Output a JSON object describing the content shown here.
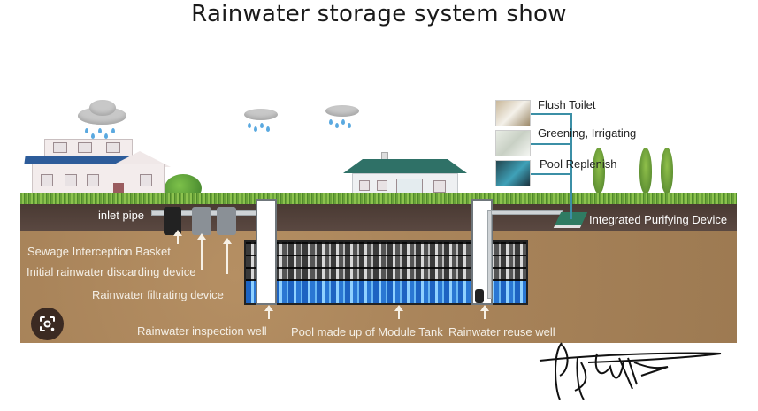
{
  "page": {
    "title": "Rainwater storage system show"
  },
  "diagram": {
    "labels": {
      "inlet_pipe": "inlet pipe",
      "sewage_interception_basket": "Sewage Interception Basket",
      "initial_rainwater_discarding_device": "Initial rainwater discarding device",
      "rainwater_filtrating_device": "Rainwater filtrating device",
      "rainwater_inspection_well": "Rainwater inspection well",
      "pool_module_tank": "Pool made up of  Module Tank",
      "rainwater_reuse_well": "Rainwater reuse  well",
      "integrated_purifying_device": "Integrated Purifying Device"
    },
    "uses": [
      {
        "label": "Flush Toilet",
        "icon": "toilet-photo"
      },
      {
        "label": "Greening, Irrigating",
        "icon": "irrigation-photo"
      },
      {
        "label": "Pool Replenish",
        "icon": "pool-photo"
      }
    ],
    "colors": {
      "grass": "#6aa23a",
      "topsoil": "#4f3f38",
      "subsoil": "#a9845a",
      "water": "#1d63c2",
      "roof_blue": "#2d5c9a",
      "roof_green": "#2f7167",
      "connector": "#3b8fa6",
      "purifier": "#2f7b62"
    }
  },
  "overlay": {
    "lens_button": "visual-search-icon"
  }
}
